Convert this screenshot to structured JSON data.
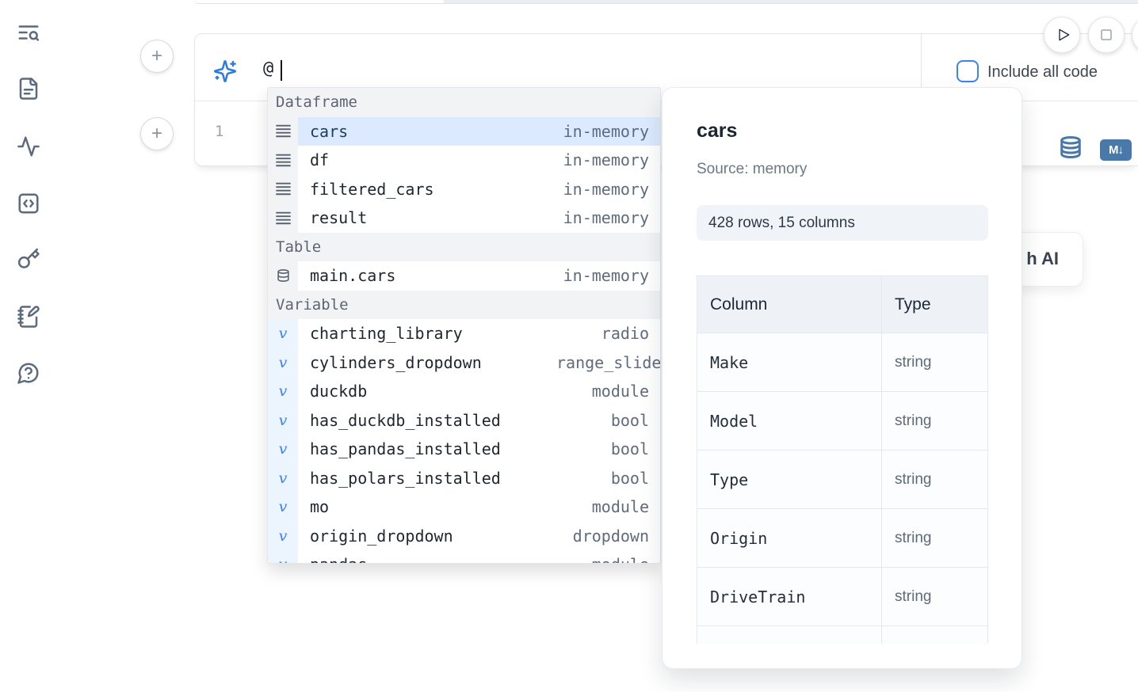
{
  "app": "notebook-editor",
  "colors": {
    "accent_blue": "#3b82f6",
    "cell_action_blue": "#4879a9",
    "selection_highlight": "#dbeafe",
    "muted_text": "#5f6b7e"
  },
  "sidebar": {
    "items": [
      {
        "icon": "text-search-icon",
        "name": "search"
      },
      {
        "icon": "file-icon",
        "name": "files"
      },
      {
        "icon": "activity-icon",
        "name": "dependencies"
      },
      {
        "icon": "code-square-icon",
        "name": "snippets"
      },
      {
        "icon": "key-icon",
        "name": "secrets"
      },
      {
        "icon": "notebook-pen-icon",
        "name": "scratchpad"
      },
      {
        "icon": "help-circle-icon",
        "name": "help"
      }
    ]
  },
  "toolbar": {
    "run_button": "play",
    "stop_button": "stop"
  },
  "ai_cell": {
    "input_value": "@",
    "checkbox_label": "Include all code",
    "checkbox_checked": false
  },
  "code_cell": {
    "line_number": "1",
    "markdown_badge": "M↓"
  },
  "partial_button": {
    "visible_label": "h AI"
  },
  "autocomplete": {
    "sections": [
      {
        "label": "Dataframe",
        "items": [
          {
            "name": "cars",
            "type": "in-memory",
            "kind": "dataframe",
            "selected": true
          },
          {
            "name": "df",
            "type": "in-memory",
            "kind": "dataframe"
          },
          {
            "name": "filtered_cars",
            "type": "in-memory",
            "kind": "dataframe"
          },
          {
            "name": "result",
            "type": "in-memory",
            "kind": "dataframe"
          }
        ]
      },
      {
        "label": "Table",
        "items": [
          {
            "name": "main.cars",
            "type": "in-memory",
            "kind": "table"
          }
        ]
      },
      {
        "label": "Variable",
        "items": [
          {
            "name": "charting_library",
            "type": "radio",
            "kind": "variable"
          },
          {
            "name": "cylinders_dropdown",
            "type": "range_slider",
            "kind": "variable",
            "clip": true
          },
          {
            "name": "duckdb",
            "type": "module",
            "kind": "variable"
          },
          {
            "name": "has_duckdb_installed",
            "type": "bool",
            "kind": "variable"
          },
          {
            "name": "has_pandas_installed",
            "type": "bool",
            "kind": "variable"
          },
          {
            "name": "has_polars_installed",
            "type": "bool",
            "kind": "variable"
          },
          {
            "name": "mo",
            "type": "module",
            "kind": "variable"
          },
          {
            "name": "origin_dropdown",
            "type": "dropdown",
            "kind": "variable"
          },
          {
            "name": "pandas",
            "type": "module",
            "kind": "variable"
          }
        ]
      }
    ]
  },
  "preview": {
    "title": "cars",
    "source": "Source: memory",
    "shape": "428 rows, 15 columns",
    "table": {
      "headers": [
        "Column",
        "Type"
      ],
      "rows": [
        [
          "Make",
          "string"
        ],
        [
          "Model",
          "string"
        ],
        [
          "Type",
          "string"
        ],
        [
          "Origin",
          "string"
        ],
        [
          "DriveTrain",
          "string"
        ]
      ]
    }
  }
}
